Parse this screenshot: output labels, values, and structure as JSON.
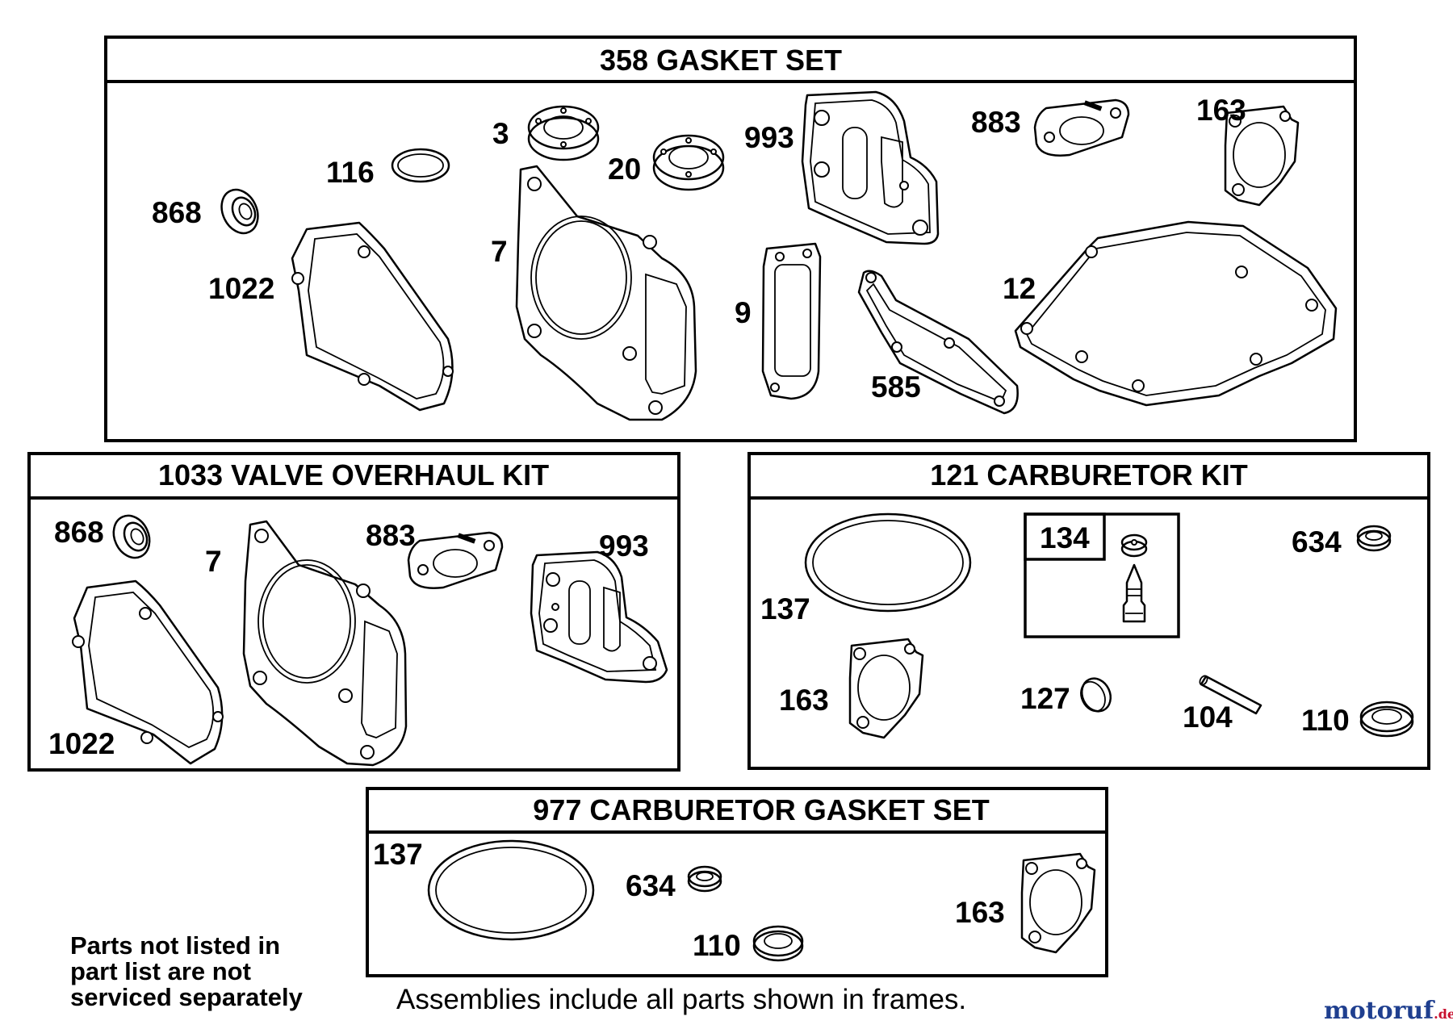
{
  "frames": {
    "gasket_set": {
      "title": "358 GASKET SET",
      "labels": {
        "p868": "868",
        "p116": "116",
        "p3": "3",
        "p20": "20",
        "p993": "993",
        "p883": "883",
        "p163": "163",
        "p1022": "1022",
        "p7": "7",
        "p9": "9",
        "p585": "585",
        "p12": "12"
      }
    },
    "valve_kit": {
      "title": "1033 VALVE OVERHAUL KIT",
      "labels": {
        "p868": "868",
        "p7": "7",
        "p883": "883",
        "p993": "993",
        "p1022": "1022"
      }
    },
    "carb_kit": {
      "title": "121 CARBURETOR KIT",
      "labels": {
        "p134": "134",
        "p634": "634",
        "p137": "137",
        "p163": "163",
        "p127": "127",
        "p104": "104",
        "p110": "110"
      }
    },
    "carb_gasket_set": {
      "title": "977 CARBURETOR  GASKET SET",
      "labels": {
        "p137": "137",
        "p634": "634",
        "p110": "110",
        "p163": "163"
      }
    }
  },
  "notes": {
    "parts_line1": "Parts not listed in",
    "parts_line2": "part list are not",
    "parts_line3": "serviced separately",
    "assemblies": "Assemblies include all parts shown in frames."
  },
  "watermark": {
    "left": "motoruf",
    "right": ".de",
    "color_left": "#1f3f8f",
    "color_right": "#c8102e"
  }
}
